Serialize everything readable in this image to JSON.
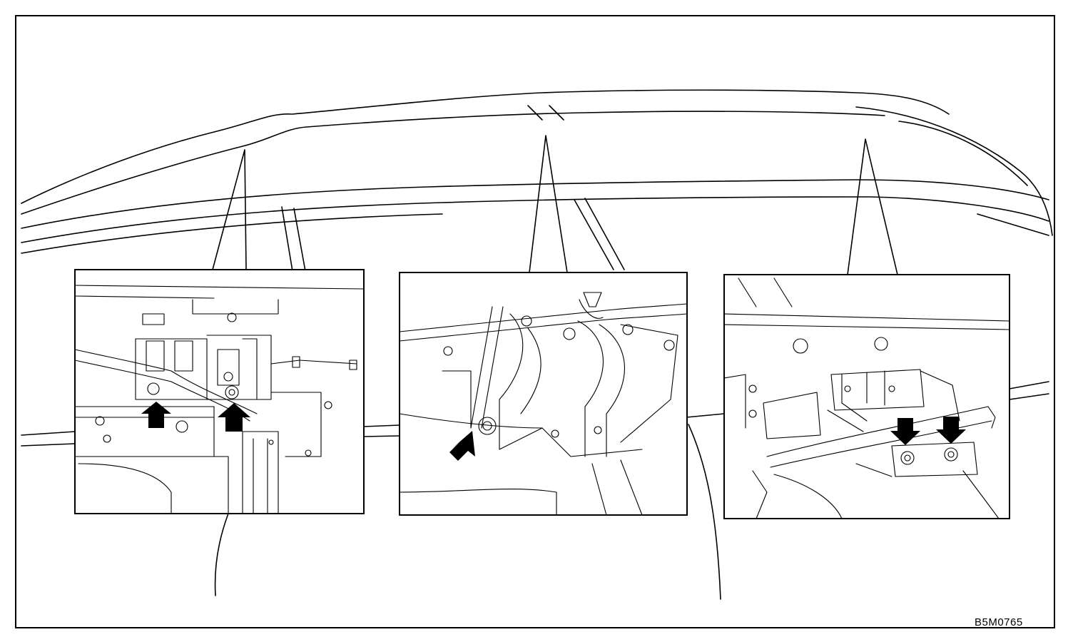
{
  "figure": {
    "code": "B5M0765",
    "views": [
      {
        "id": "left-detail",
        "arrow_count": 2
      },
      {
        "id": "center-detail",
        "arrow_count": 1
      },
      {
        "id": "right-detail",
        "arrow_count": 2
      }
    ]
  }
}
